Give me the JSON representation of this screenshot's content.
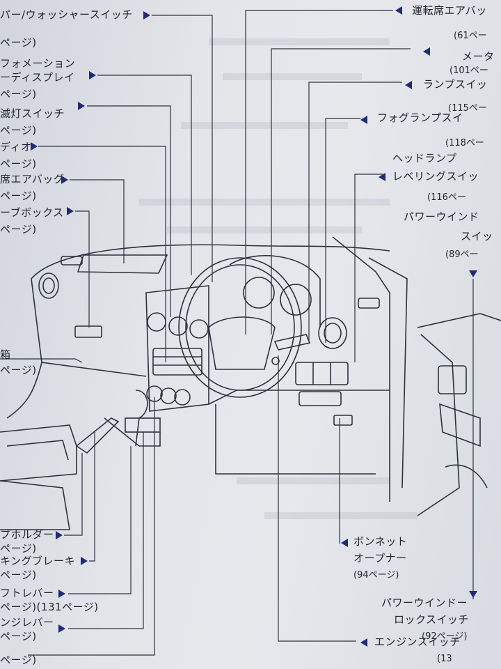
{
  "left_labels": [
    {
      "text": "パー/ウォッシャースイッチ",
      "page": "ページ)"
    },
    {
      "text": "フォメーション",
      "text2": "ーディスプレイ",
      "page": "ページ)"
    },
    {
      "text": "滅灯スイッチ",
      "page": "ページ)"
    },
    {
      "text": "ディオ",
      "page": "ページ)"
    },
    {
      "text": "席エアバッグ",
      "page": "ページ)"
    },
    {
      "text": "ーブボックス",
      "page": "ページ)"
    },
    {
      "text": "箱",
      "page": "ページ)"
    },
    {
      "text": "プホルダー",
      "page": "ページ)"
    },
    {
      "text": "キングブレーキ",
      "page": "ページ)"
    },
    {
      "text": "フトレバー",
      "page": "ページ)(131ページ)"
    },
    {
      "text": "ンジレバー",
      "page": "ページ)"
    },
    {
      "text": "ページ)"
    }
  ],
  "right_labels": [
    {
      "text": "運転席エアバッ",
      "page": "(61ペー"
    },
    {
      "text": "メータ",
      "page": "(101ペー"
    },
    {
      "text": "ランプスイッ",
      "page": "(115ペー"
    },
    {
      "text": "フォグランプスイ",
      "page": "(118ペー"
    },
    {
      "text": "ヘッドランプ",
      "text2": "レベリングスイッ",
      "page": "(116ペー"
    },
    {
      "text": "パワーウインド",
      "text2": "スイッ",
      "page": "(89ペー"
    },
    {
      "text": "ボンネット",
      "text2": "オープナー",
      "page": "(94ページ)"
    },
    {
      "text": "パワーウインドー",
      "text2": "ロックスイッチ",
      "page": "(92ページ)"
    },
    {
      "text": "エンジンスイッチ",
      "page": "(13"
    }
  ]
}
